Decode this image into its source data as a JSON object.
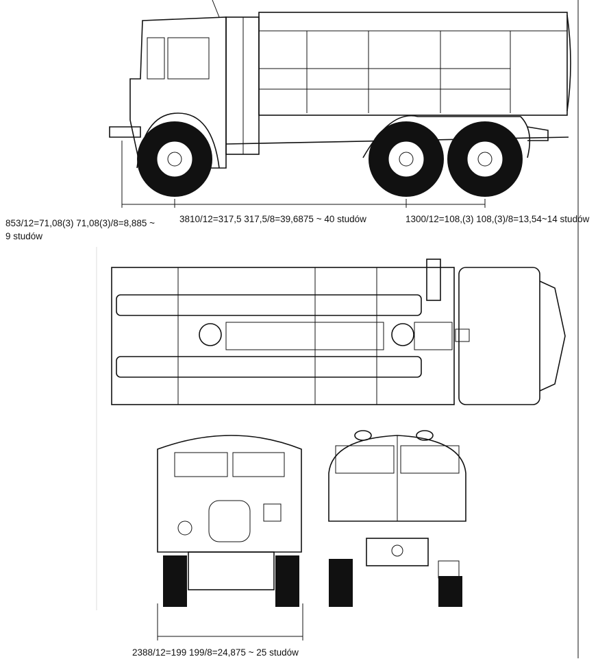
{
  "annotations": {
    "front_overhang": "853/12=71,08(3) 71,08(3)/8=8,885 ~",
    "front_overhang_line2": "9 studów",
    "wheelbase": "3810/12=317,5 317,5/8=39,6875 ~ 40 studów",
    "rear_axle_spacing": "1300/12=108,(3) 108,(3)/8=13,54~14 studów",
    "track_width": "2388/12=199  199/8=24,875 ~ 25 studów"
  },
  "views": [
    "side-view",
    "top-view",
    "front-view",
    "rear-view"
  ],
  "colors": {
    "line": "#111111",
    "background": "#ffffff"
  }
}
